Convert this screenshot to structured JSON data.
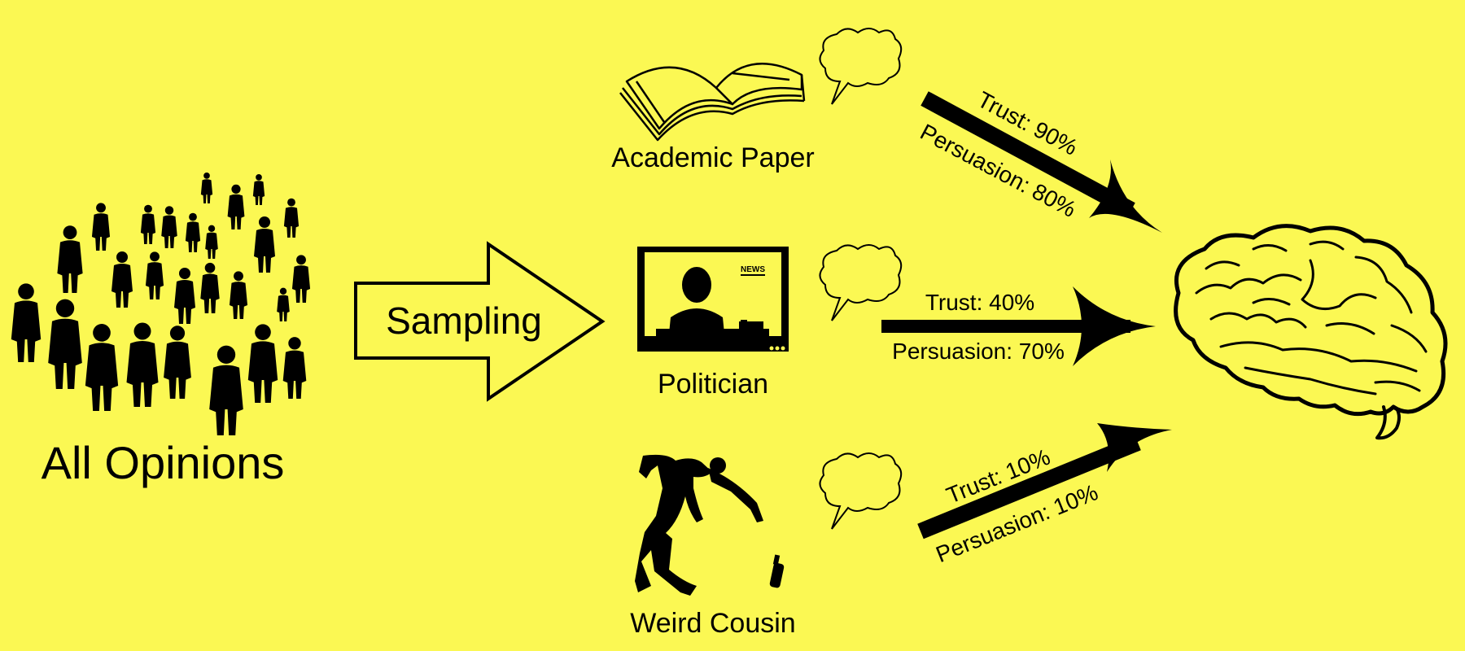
{
  "crowd": {
    "label": "All Opinions"
  },
  "sampling": {
    "label": "Sampling"
  },
  "sources": [
    {
      "id": "academic",
      "label": "Academic Paper",
      "trust": "Trust: 90%",
      "persuasion": "Persuasion: 80%"
    },
    {
      "id": "politician",
      "label": "Politician",
      "trust": "Trust: 40%",
      "persuasion": "Persuasion: 70%",
      "tv_badge": "NEWS"
    },
    {
      "id": "cousin",
      "label": "Weird Cousin",
      "trust": "Trust: 10%",
      "persuasion": "Persuasion: 10%"
    }
  ],
  "colors": {
    "background": "#fbf853",
    "ink": "#000000"
  },
  "icons": [
    "crowd-silhouettes-icon",
    "book-icon",
    "tv-news-icon",
    "stumbling-man-icon",
    "speech-bubble-icon",
    "brain-icon"
  ]
}
